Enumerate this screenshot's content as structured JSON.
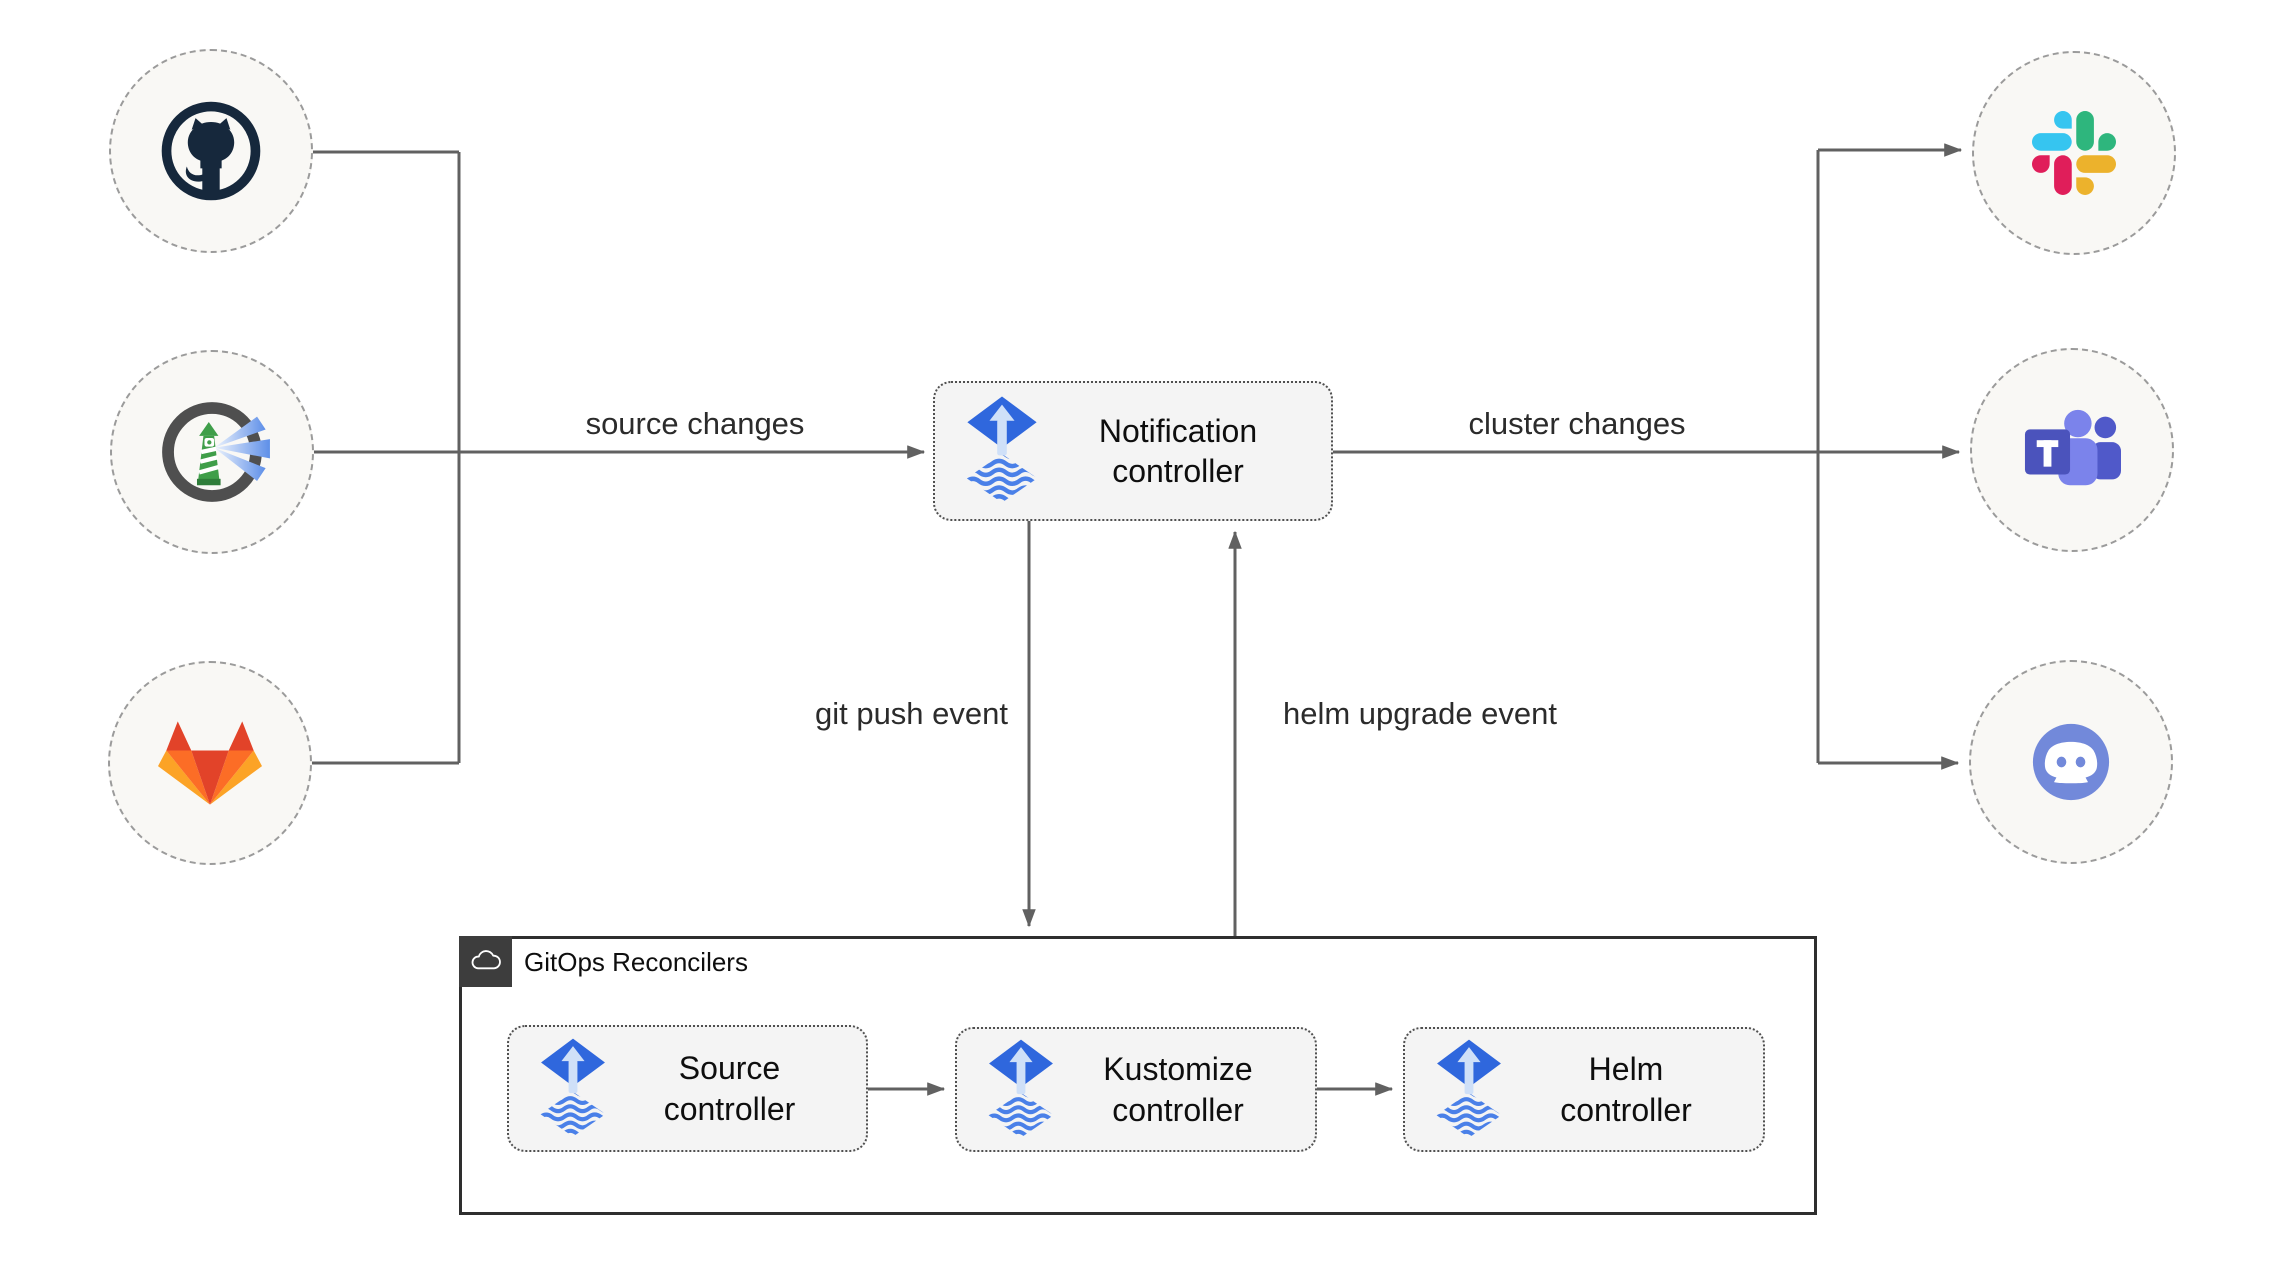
{
  "diagram": {
    "sources": [
      {
        "id": "github",
        "icon": "github-icon"
      },
      {
        "id": "harbor",
        "icon": "harbor-icon"
      },
      {
        "id": "gitlab",
        "icon": "gitlab-icon"
      }
    ],
    "notification_controller": {
      "line1": "Notification",
      "line2": "controller",
      "icon": "flux-icon"
    },
    "targets": [
      {
        "id": "slack",
        "icon": "slack-icon"
      },
      {
        "id": "teams",
        "icon": "teams-icon"
      },
      {
        "id": "discord",
        "icon": "discord-icon"
      }
    ],
    "edge_labels": {
      "source_changes": "source changes",
      "cluster_changes": "cluster changes",
      "git_push_event": "git push event",
      "helm_upgrade_event": "helm upgrade event"
    },
    "reconcilers": {
      "title": "GitOps Reconcilers",
      "icon": "cloud-icon",
      "controllers": [
        {
          "line1": "Source",
          "line2": "controller",
          "icon": "flux-icon"
        },
        {
          "line1": "Kustomize",
          "line2": "controller",
          "icon": "flux-icon"
        },
        {
          "line1": "Helm",
          "line2": "controller",
          "icon": "flux-icon"
        }
      ]
    }
  },
  "colors": {
    "connector": "#616161",
    "node_fill": "#f9f8f5",
    "node_border": "#9b9b9b",
    "box_fill": "#f4f4f4",
    "box_border": "#4f4f4f",
    "container_border": "#2e2e2e",
    "badge_bg": "#3d3d3d",
    "flux_blue": "#2f67dd",
    "flux_wave_blue": "#4a80e8",
    "slack_blue": "#36c5f0",
    "slack_green": "#2eb67d",
    "slack_red": "#e01e5a",
    "slack_yellow": "#ecb22c",
    "gitlab_red": "#e24329",
    "gitlab_orange": "#fc6d26",
    "gitlab_yellow": "#fca326",
    "teams_purple": "#4b53bc",
    "teams_light": "#7b83eb",
    "discord_blurple": "#7289da",
    "harbor_green": "#3f9e49",
    "github_dark": "#16283c"
  }
}
